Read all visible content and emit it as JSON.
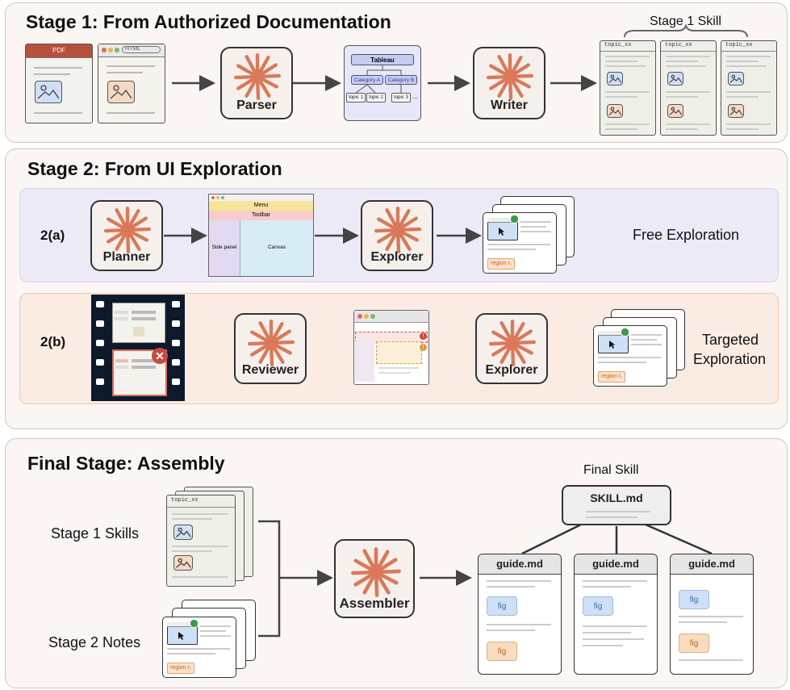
{
  "stage1": {
    "title": "Stage 1: From Authorized Documentation",
    "pdf_label": "PDF",
    "html_label": "HTML",
    "parser": "Parser",
    "writer": "Writer",
    "tree_root": "Tableau",
    "tree_cat_a": "Category A",
    "tree_cat_b": "Category B",
    "tree_topic1": "topic 1",
    "tree_topic2": "topic 2",
    "tree_topic3": "topic 3",
    "tree_ellipsis": "...",
    "skill_brace_label": "Stage 1 Skill",
    "skill_card_titles": [
      "topic_xx",
      "topic_xx",
      "topic_xx"
    ]
  },
  "stage2": {
    "title": "Stage 2: From UI Exploration",
    "a": {
      "tag": "2(a)",
      "planner": "Planner",
      "explorer": "Explorer",
      "ui_menu": "Menu",
      "ui_toolbar": "Toolbar",
      "ui_side_panel": "Side panel",
      "ui_canvas": "Canvas",
      "note_region": "region r₁",
      "caption": "Free Exploration"
    },
    "b": {
      "tag": "2(b)",
      "reviewer": "Reviewer",
      "explorer": "Explorer",
      "note_region": "region r₁",
      "caption_line1": "Targeted",
      "caption_line2": "Exploration"
    }
  },
  "final": {
    "title": "Final Stage: Assembly",
    "stage1_skills_label": "Stage 1 Skills",
    "stage2_notes_label": "Stage 2 Notes",
    "card_title": "topic_xx",
    "note_region": "region r₁",
    "assembler": "Assembler",
    "final_skill_label": "Final Skill",
    "skill_md": "SKILL.md",
    "guides": [
      {
        "title": "guide.md",
        "fig1": "fig",
        "fig2": "fig"
      },
      {
        "title": "guide.md",
        "fig1": "fig"
      },
      {
        "title": "guide.md",
        "fig1": "fig",
        "fig2": "fig"
      }
    ]
  },
  "colors": {
    "agent_orange": "#d9795a",
    "panel_bg": "#fbf6f3",
    "sub_a_bg": "#edeaf8",
    "sub_b_bg": "#faece2"
  },
  "icons": [
    "claude-asterisk-icon",
    "image-icon",
    "cursor-icon",
    "film-strip-icon",
    "error-x-icon"
  ]
}
